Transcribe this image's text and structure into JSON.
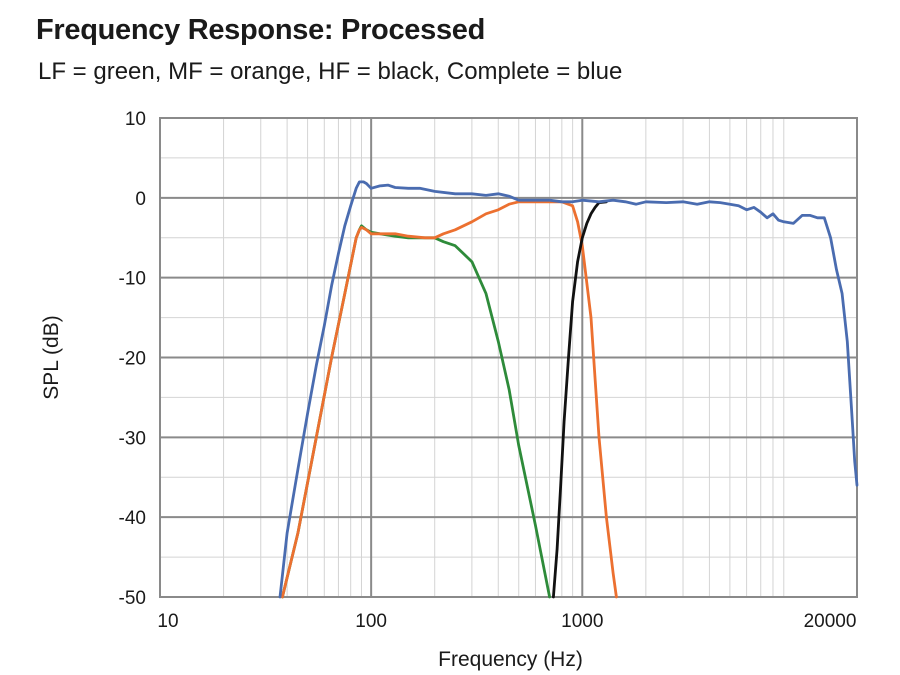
{
  "header": {
    "title": "Frequency Response: Processed",
    "subtitle": "LF = green, MF = orange, HF = black, Complete = blue"
  },
  "chart_data": {
    "type": "line",
    "title": "Frequency Response: Processed",
    "subtitle": "LF = green, MF = orange, HF = black, Complete = blue",
    "xlabel": "Frequency (Hz)",
    "ylabel": "SPL (dB)",
    "xscale": "log",
    "xlim": [
      10,
      20000
    ],
    "ylim": [
      -50,
      10
    ],
    "xticks": [
      10,
      100,
      1000,
      20000
    ],
    "xtick_labels": [
      "10",
      "100",
      "1000",
      "20000"
    ],
    "yticks": [
      10,
      0,
      -10,
      -20,
      -30,
      -40,
      -50
    ],
    "ytick_labels": [
      "10",
      "0",
      "-10",
      "-20",
      "-30",
      "-40",
      "-50"
    ],
    "grid": true,
    "series": [
      {
        "name": "Complete",
        "color": "#4a6cb0",
        "x": [
          37,
          40,
          45,
          50,
          55,
          60,
          65,
          70,
          75,
          80,
          85,
          88,
          92,
          95,
          100,
          110,
          120,
          130,
          150,
          170,
          200,
          250,
          300,
          350,
          400,
          450,
          500,
          600,
          700,
          800,
          900,
          1000,
          1200,
          1400,
          1600,
          1800,
          2000,
          2500,
          3000,
          3500,
          4000,
          4500,
          5000,
          5500,
          6000,
          6500,
          7000,
          7500,
          8000,
          8500,
          9000,
          10000,
          11000,
          12000,
          13000,
          14000,
          15000,
          16000,
          17000,
          18000,
          19000,
          19500,
          20000
        ],
        "y": [
          -50,
          -42,
          -34,
          -27,
          -21,
          -16,
          -11,
          -7,
          -3.5,
          -1,
          1.2,
          2,
          2,
          1.8,
          1.2,
          1.5,
          1.6,
          1.3,
          1.2,
          1.2,
          0.8,
          0.5,
          0.5,
          0.3,
          0.5,
          0.2,
          -0.3,
          -0.3,
          -0.3,
          -0.5,
          -0.5,
          -0.3,
          -0.5,
          -0.3,
          -0.5,
          -0.8,
          -0.5,
          -0.6,
          -0.5,
          -0.8,
          -0.5,
          -0.6,
          -0.8,
          -1,
          -1.5,
          -1.2,
          -1.8,
          -2.5,
          -2,
          -2.8,
          -3,
          -3.2,
          -2.2,
          -2.2,
          -2.5,
          -2.5,
          -5,
          -9,
          -12,
          -18,
          -28,
          -33,
          -36
        ]
      },
      {
        "name": "LF",
        "color": "#2e8b3a",
        "x": [
          38,
          45,
          55,
          65,
          75,
          85,
          88,
          90,
          95,
          100,
          110,
          130,
          150,
          180,
          200,
          220,
          250,
          300,
          350,
          400,
          450,
          500,
          600,
          700
        ],
        "y": [
          -50,
          -42,
          -30,
          -20,
          -12,
          -5,
          -4,
          -3.5,
          -4,
          -4.3,
          -4.5,
          -4.8,
          -5,
          -5,
          -5,
          -5.5,
          -6,
          -8,
          -12,
          -18,
          -24,
          -31,
          -41,
          -50
        ]
      },
      {
        "name": "MF",
        "color": "#ec7030",
        "x": [
          38,
          45,
          55,
          65,
          75,
          85,
          88,
          90,
          95,
          100,
          110,
          130,
          150,
          180,
          200,
          220,
          250,
          300,
          350,
          400,
          450,
          500,
          600,
          700,
          750,
          800,
          900,
          950,
          1000,
          1100,
          1200,
          1300,
          1400,
          1450
        ],
        "y": [
          -50,
          -42,
          -30,
          -20,
          -12,
          -5,
          -4,
          -3.7,
          -4,
          -4.5,
          -4.5,
          -4.5,
          -4.8,
          -5,
          -5,
          -4.5,
          -4,
          -3,
          -2,
          -1.5,
          -0.8,
          -0.5,
          -0.5,
          -0.5,
          -0.5,
          -0.5,
          -1,
          -3,
          -6,
          -15,
          -30,
          -40,
          -47,
          -50
        ]
      },
      {
        "name": "HF",
        "color": "#111111",
        "x": [
          730,
          760,
          790,
          820,
          860,
          900,
          950,
          1000,
          1050,
          1100,
          1150,
          1200,
          1300
        ],
        "y": [
          -50,
          -44,
          -36,
          -28,
          -20,
          -13,
          -8,
          -5,
          -3.2,
          -2,
          -1.2,
          -0.6,
          -0.5
        ]
      }
    ]
  }
}
